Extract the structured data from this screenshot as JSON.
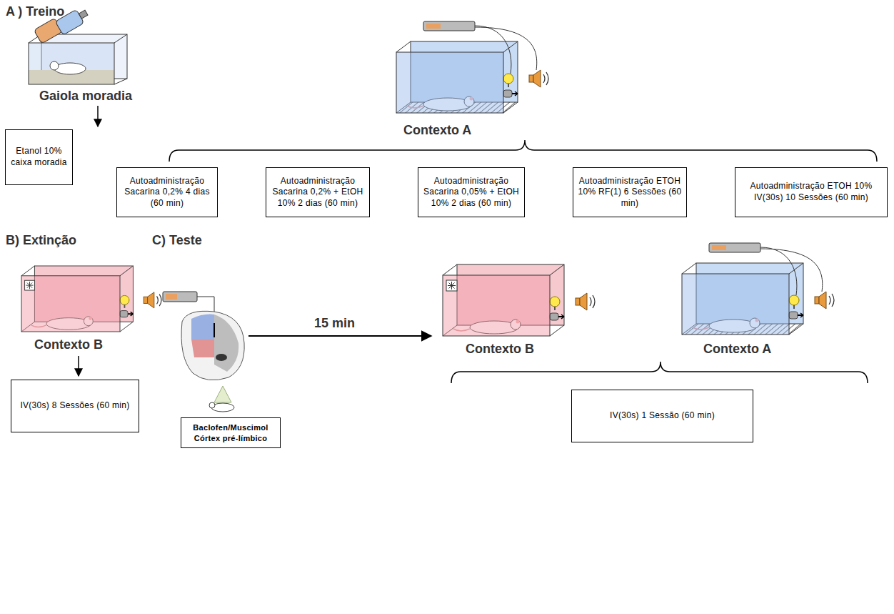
{
  "diagram": {
    "nodes": [
      {
        "text": [
          "Etanol 10% caixa moradia"
        ]
      },
      {
        "text": [
          "Autoadministração Sacarina 0,2% 4 dias (60 min)"
        ]
      },
      {
        "text": [
          "Autoadministração Sacarina 0,2% + EtOH 10% 2 dias (60 min)"
        ]
      },
      {
        "text": [
          "Autoadministração Sacarina 0,05% + EtOH 10% 2 dias (60 min)"
        ]
      },
      {
        "text": [
          "Autoadministração ETOH 10% RF(1) 6 Sessões (60 min)"
        ]
      },
      {
        "text": [
          "Autoadministração ETOH 10% IV(30s) 10 Sessões (60 min)"
        ]
      },
      {
        "text": [
          "IV(30s) 8 Sessões (60 min)"
        ]
      },
      {
        "text": [
          "Baclofen/Muscimol Córtex pré-límbico"
        ]
      },
      {
        "text": [
          "IV(30s) 1 Sessão (60 min)"
        ]
      }
    ],
    "labels": [
      "A ) Treino",
      "Gaiola moradia",
      "Contexto A",
      "B) Extinção",
      "Contexto B",
      "C) Teste",
      "15 min",
      "Contexto B",
      "Contexto A"
    ]
  }
}
